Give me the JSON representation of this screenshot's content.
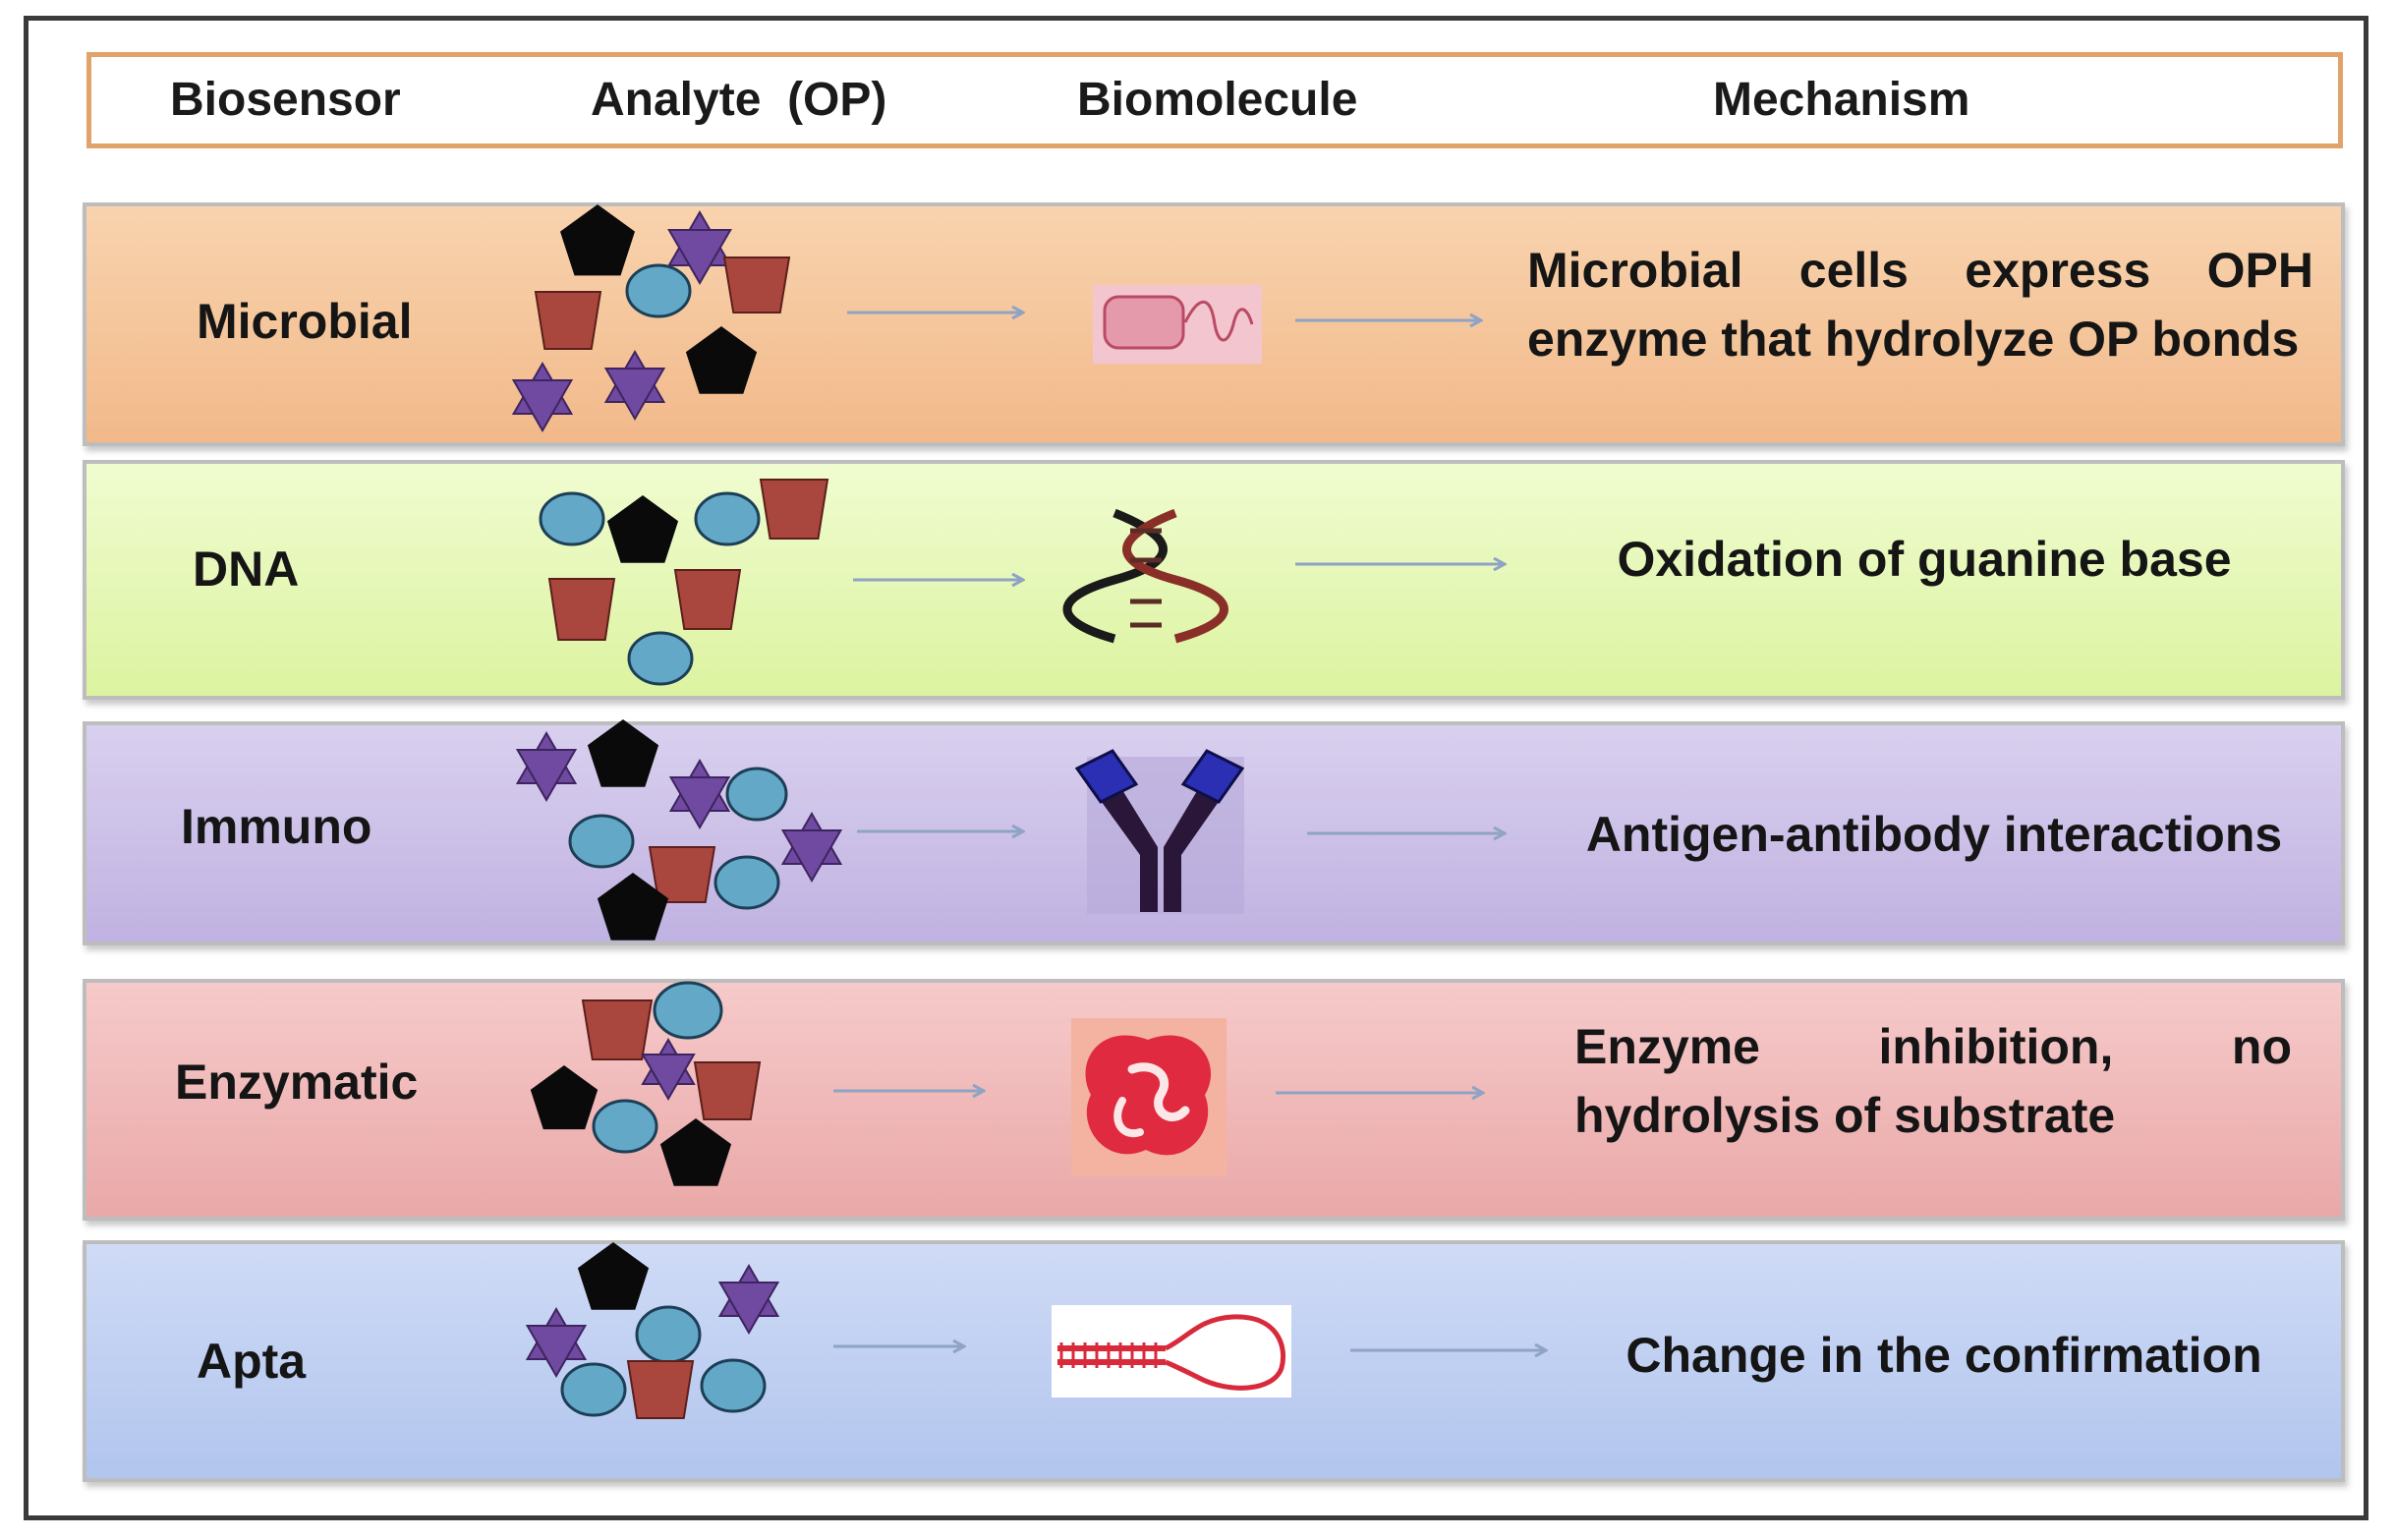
{
  "header": {
    "biosensor": "Biosensor",
    "analyte": "Analyte  (OP)",
    "biomolecule": "Biomolecule",
    "mechanism": "Mechanism"
  },
  "rows": [
    {
      "label": "Microbial",
      "mechanism": "Microbial cells express OPH enzyme that hydrolyze OP bonds",
      "biomolecule_icon": "bacterium-icon",
      "color": "#f6c79a"
    },
    {
      "label": "DNA",
      "mechanism": "Oxidation of guanine base",
      "biomolecule_icon": "dna-helix-icon",
      "color": "#e6f8b6"
    },
    {
      "label": "Immuno",
      "mechanism": "Antigen-antibody interactions",
      "biomolecule_icon": "antibody-icon",
      "color": "#c9bde6"
    },
    {
      "label": "Enzymatic",
      "mechanism": "Enzyme inhibition, no hydrolysis of substrate",
      "biomolecule_icon": "enzyme-icon",
      "color": "#efb3b3"
    },
    {
      "label": "Apta",
      "mechanism": "Change in the confirmation",
      "biomolecule_icon": "aptamer-icon",
      "color": "#bccdf2"
    }
  ],
  "colors": {
    "pentagon": "#0a0a0a",
    "star": "#6f4aa0",
    "circle": "#64a8c8",
    "trapezoid": "#a9473f",
    "arrow": "#8fa3c4",
    "header_border": "#e2a36b"
  }
}
